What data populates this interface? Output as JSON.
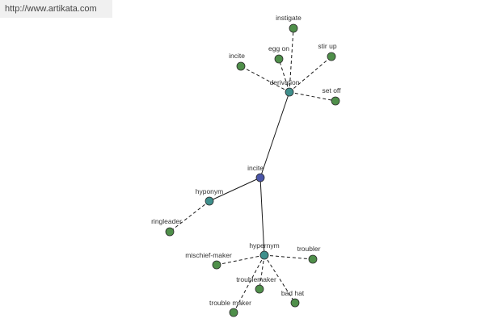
{
  "banner": {
    "url_text": "http://www.artikata.com"
  },
  "colors": {
    "root": "#4a55a8",
    "relation": "#3f8f8c",
    "term": "#4f8f4a"
  },
  "graph": {
    "root": {
      "id": "incite",
      "label": "incite"
    },
    "relations": [
      {
        "id": "derivation",
        "label": "derivation"
      },
      {
        "id": "hyponym",
        "label": "hyponym"
      },
      {
        "id": "hypernym",
        "label": "hypernym"
      }
    ],
    "terms": [
      {
        "id": "instigate",
        "label": "instigate",
        "relation": "derivation"
      },
      {
        "id": "egg-on",
        "label": "egg on",
        "relation": "derivation"
      },
      {
        "id": "stir-up",
        "label": "stir up",
        "relation": "derivation"
      },
      {
        "id": "incite-2",
        "label": "incite",
        "relation": "derivation"
      },
      {
        "id": "set-off",
        "label": "set off",
        "relation": "derivation"
      },
      {
        "id": "ringleader",
        "label": "ringleader",
        "relation": "hyponym"
      },
      {
        "id": "mischief-maker",
        "label": "mischief-maker",
        "relation": "hypernym"
      },
      {
        "id": "troubler",
        "label": "troubler",
        "relation": "hypernym"
      },
      {
        "id": "troublemaker",
        "label": "troublemaker",
        "relation": "hypernym"
      },
      {
        "id": "bad-hat",
        "label": "bad hat",
        "relation": "hypernym"
      },
      {
        "id": "trouble-maker",
        "label": "trouble maker",
        "relation": "hypernym"
      }
    ]
  }
}
